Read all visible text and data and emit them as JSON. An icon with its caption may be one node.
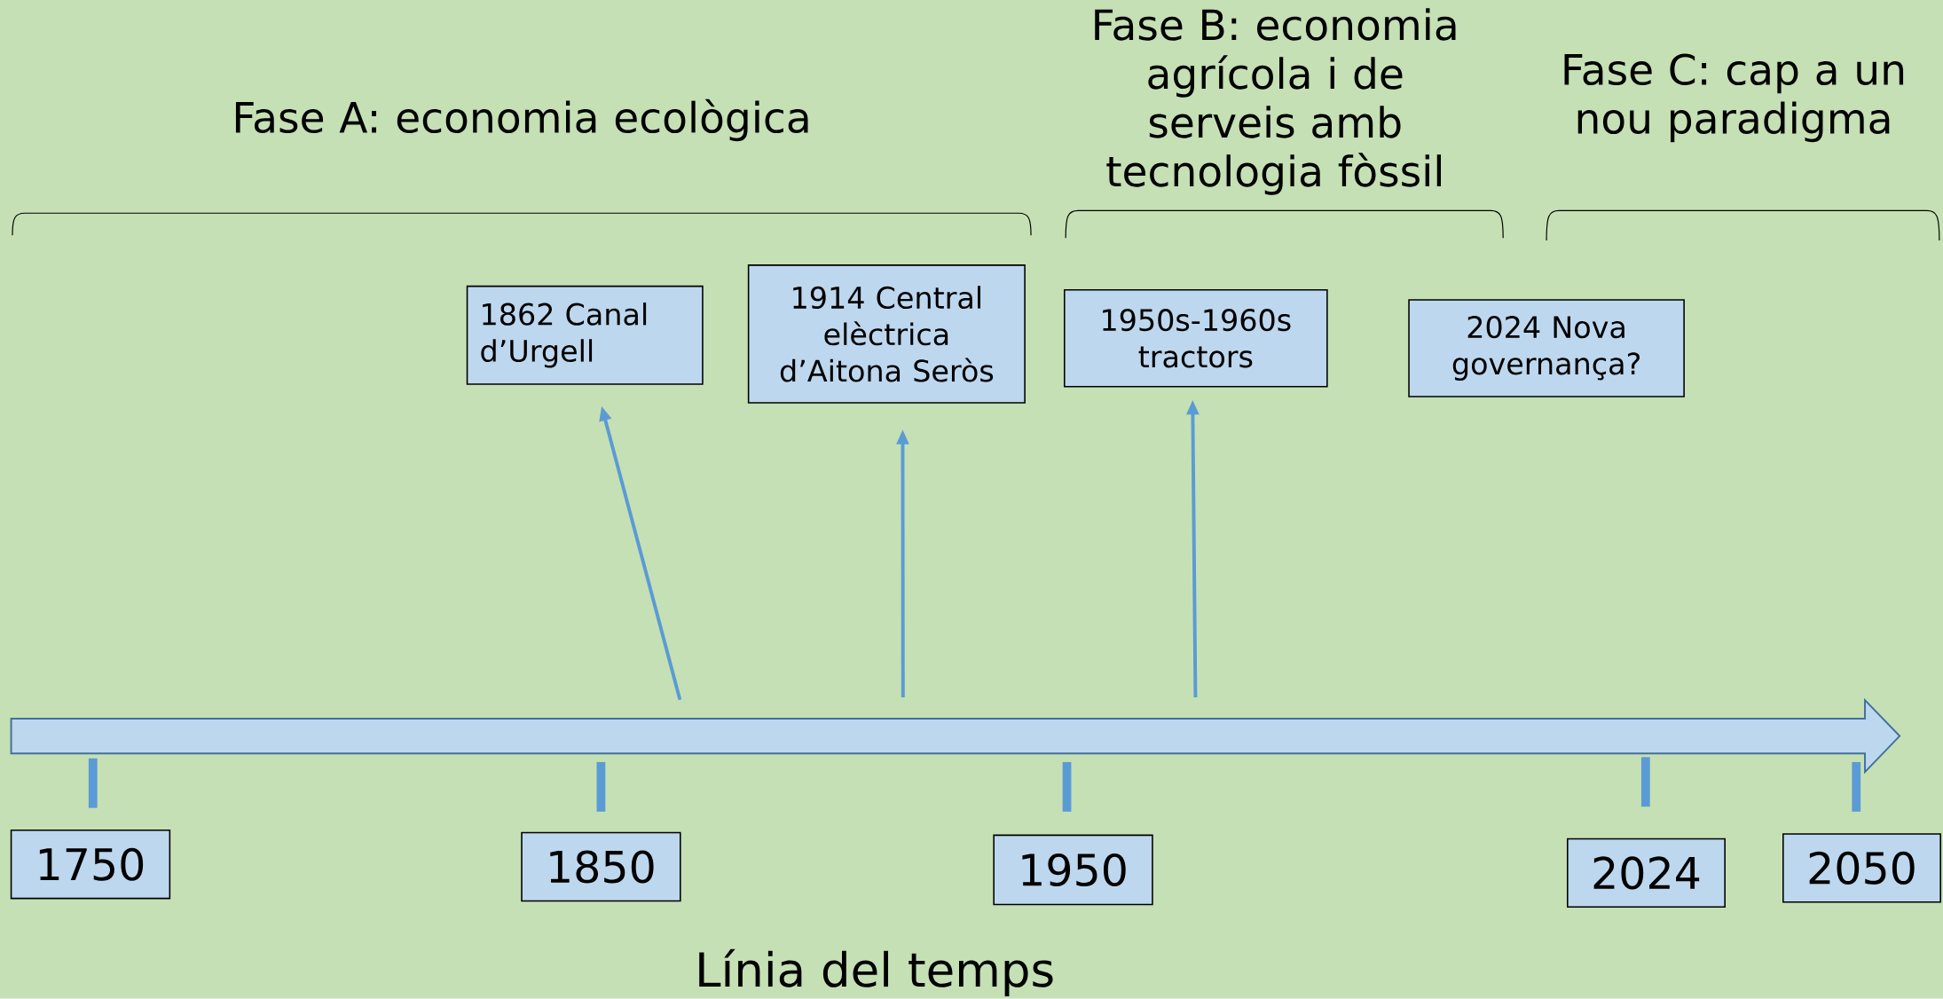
{
  "diagram": {
    "title": "Línia del temps",
    "nodes": [
      {
        "text": [
          "1862 Canal d’Urgell"
        ]
      },
      {
        "text": [
          "1914 Central elèctrica d’Aitona Seròs"
        ]
      },
      {
        "text": [
          "1950s-1960s tractors"
        ]
      },
      {
        "text": [
          "2024 Nova governança?"
        ]
      },
      {
        "text": [
          "1750"
        ]
      },
      {
        "text": [
          "1850"
        ]
      },
      {
        "text": [
          "1950"
        ]
      },
      {
        "text": [
          "2024"
        ]
      },
      {
        "text": [
          "2050"
        ]
      },
      {
        "text": [],
        "shape": "arrow"
      }
    ],
    "edges": [
      {
        "from": 9,
        "to": 0,
        "arrow": "to"
      },
      {
        "from": 9,
        "to": 1,
        "arrow": "to"
      },
      {
        "from": 9,
        "to": 2,
        "arrow": "to"
      }
    ],
    "labels": [
      "Fase A: economia ecològica",
      "Fase B: economia agrícola i de serveis amb tecnologia fòssil",
      "Fase C: cap a un nou paradigma"
    ]
  }
}
